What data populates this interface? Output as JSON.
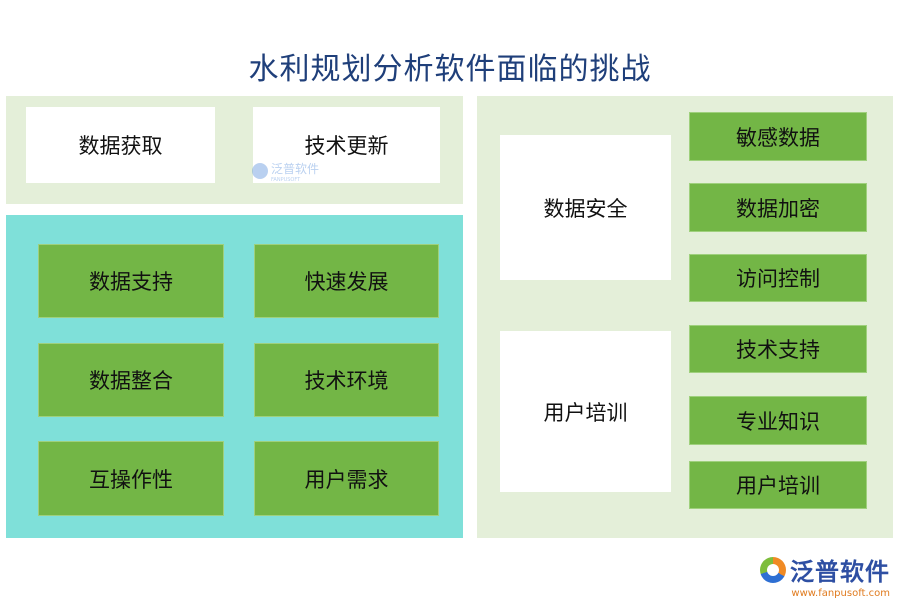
{
  "title": "水利规划分析软件面临的挑战",
  "top_panel": {
    "items": [
      {
        "label": "数据获取"
      },
      {
        "label": "技术更新"
      }
    ]
  },
  "watermark": {
    "text": "泛普软件",
    "sub": "FANPUSOFT"
  },
  "teal_panel": {
    "items": [
      {
        "label": "数据支持"
      },
      {
        "label": "快速发展"
      },
      {
        "label": "数据整合"
      },
      {
        "label": "技术环境"
      },
      {
        "label": "互操作性"
      },
      {
        "label": "用户需求"
      }
    ]
  },
  "right_panel": {
    "groups": [
      {
        "label": "数据安全",
        "items": [
          "敏感数据",
          "数据加密",
          "访问控制"
        ]
      },
      {
        "label": "用户培训",
        "items": [
          "技术支持",
          "专业知识",
          "用户培训"
        ]
      }
    ]
  },
  "logo": {
    "name": "泛普软件",
    "url": "www.fanpusoft.com",
    "icon": "fanpu-logo-icon"
  },
  "colors": {
    "title": "#1f3f7a",
    "panel_light_green": "#e4efd9",
    "panel_teal": "#7fe0d9",
    "box_green": "#73b646",
    "box_white": "#ffffff"
  }
}
